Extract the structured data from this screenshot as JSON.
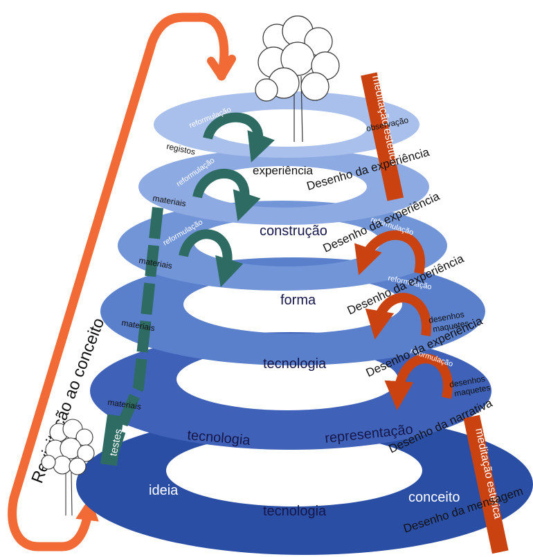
{
  "colors": {
    "ring1": "#a9c0ec",
    "ring2": "#8eaae2",
    "ring3": "#7295d8",
    "ring4": "#5a7fcb",
    "ring5": "#3f62b8",
    "ring6": "#2b4ea5",
    "teal": "#2e6b63",
    "orange": "#f26a35",
    "rust": "#c9420f"
  },
  "side_arrow_label": "Revisitação ao conceito",
  "rings": {
    "r1": {
      "left": "registos",
      "right": "observação",
      "bottom": "experiência"
    },
    "r2": {
      "left": "materiais",
      "bottom": "Desenho da experiência"
    },
    "r3": {
      "left": "materiais",
      "bottom": "construção",
      "right": "Desenho da experiência"
    },
    "r4": {
      "left": "materiais",
      "bottom": "forma",
      "right": "Desenho da experiência"
    },
    "r5": {
      "left": "materiais",
      "bottom": "tecnologia",
      "right": "Desenho da experiência",
      "notes_1": "desenhos",
      "notes_2": "maquetes"
    },
    "r6": {
      "left": "materiais",
      "bottom_left": "tecnologia",
      "bottom_right": "representação",
      "right": "Desenho da narrativa",
      "notes_1": "desenhos",
      "notes_2": "maquetes"
    },
    "r7": {
      "left": "ideia",
      "right": "conceito",
      "bottom": "tecnologia",
      "outer": "Desenho da mensagem"
    }
  },
  "reform_label": "reformulação",
  "vertical_bars": {
    "testes": "testes",
    "meditation_top": "meditação estética",
    "meditation_bottom": "meditação estética"
  }
}
